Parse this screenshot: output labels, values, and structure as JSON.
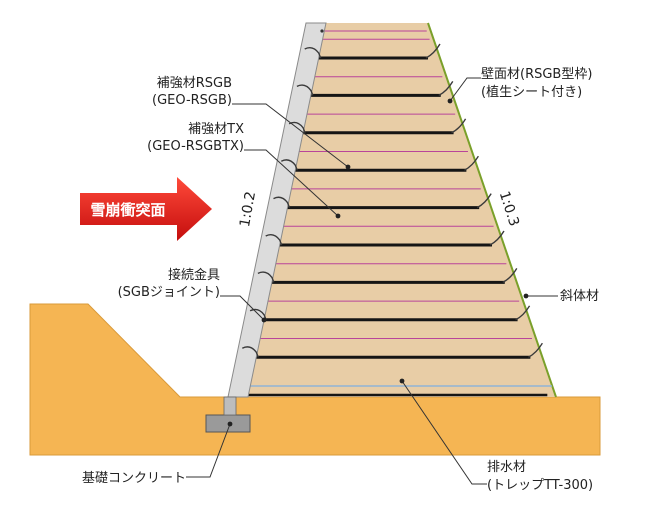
{
  "labels": {
    "rsgb": {
      "line1": "補強材RSGB",
      "line2": "(GEO-RSGB)"
    },
    "tx": {
      "line1": "補強材TX",
      "line2": "(GEO-RSGBTX)"
    },
    "joint": {
      "line1": "接続金具",
      "line2": "(SGBジョイント)"
    },
    "foundation": "基礎コンクリート",
    "wall": {
      "line1": "壁面材(RSGB型枠)",
      "line2": "(植生シート付き)"
    },
    "slope_material": "斜体材",
    "drain": {
      "line1": "排水材",
      "line2": "(トレップTT-300)"
    }
  },
  "arrow": {
    "text": "雪崩衝突面"
  },
  "slopes": {
    "front": "1:0.2",
    "back": "1:0.3"
  },
  "colors": {
    "fill": "#e8cda6",
    "ground": "#f5b553",
    "arrow": "#e01b1b",
    "reinforcement": "#151515",
    "geogrid": "#b9449a",
    "drain": "#8fb4d6",
    "vegetation": "#7aa02a",
    "concrete": "#9a9a9a",
    "wall": "#dcdcdc"
  }
}
